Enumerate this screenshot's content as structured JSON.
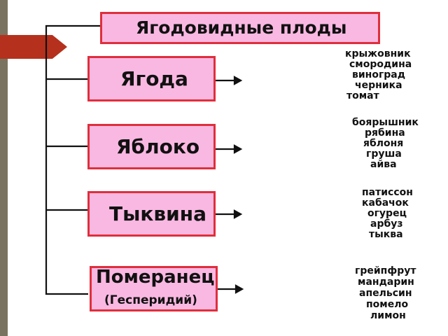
{
  "title": "Ягодовидные плоды",
  "categories": [
    {
      "label": "Ягода",
      "examples": [
        "крыжовник",
        "смородина",
        "виноград",
        "черника",
        "томат"
      ]
    },
    {
      "label": "Яблоко",
      "examples": [
        "боярышник",
        "рябина",
        "яблоня",
        "груша",
        "айва"
      ]
    },
    {
      "label": "Тыквина",
      "examples": [
        "патиссон",
        "кабачок",
        "огурец",
        "арбуз",
        "тыква"
      ]
    },
    {
      "label": "Померанец",
      "sublabel": "(Гесперидий)",
      "examples": [
        "грейпфрут",
        "мандарин",
        "апельсин",
        "помело",
        "лимон"
      ]
    }
  ],
  "colors": {
    "box_fill": "#f9b8e2",
    "box_border": "#e02e3c",
    "accent_tab": "#b5311d",
    "stripe": "#7a735f"
  }
}
